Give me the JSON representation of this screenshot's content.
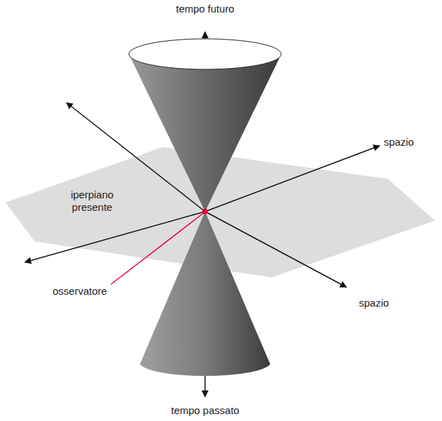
{
  "diagram": {
    "labels": [
      "tempo futuro",
      "spazio",
      "iperpiano presente",
      "osservatore",
      "spazio",
      "tempo passato"
    ]
  }
}
